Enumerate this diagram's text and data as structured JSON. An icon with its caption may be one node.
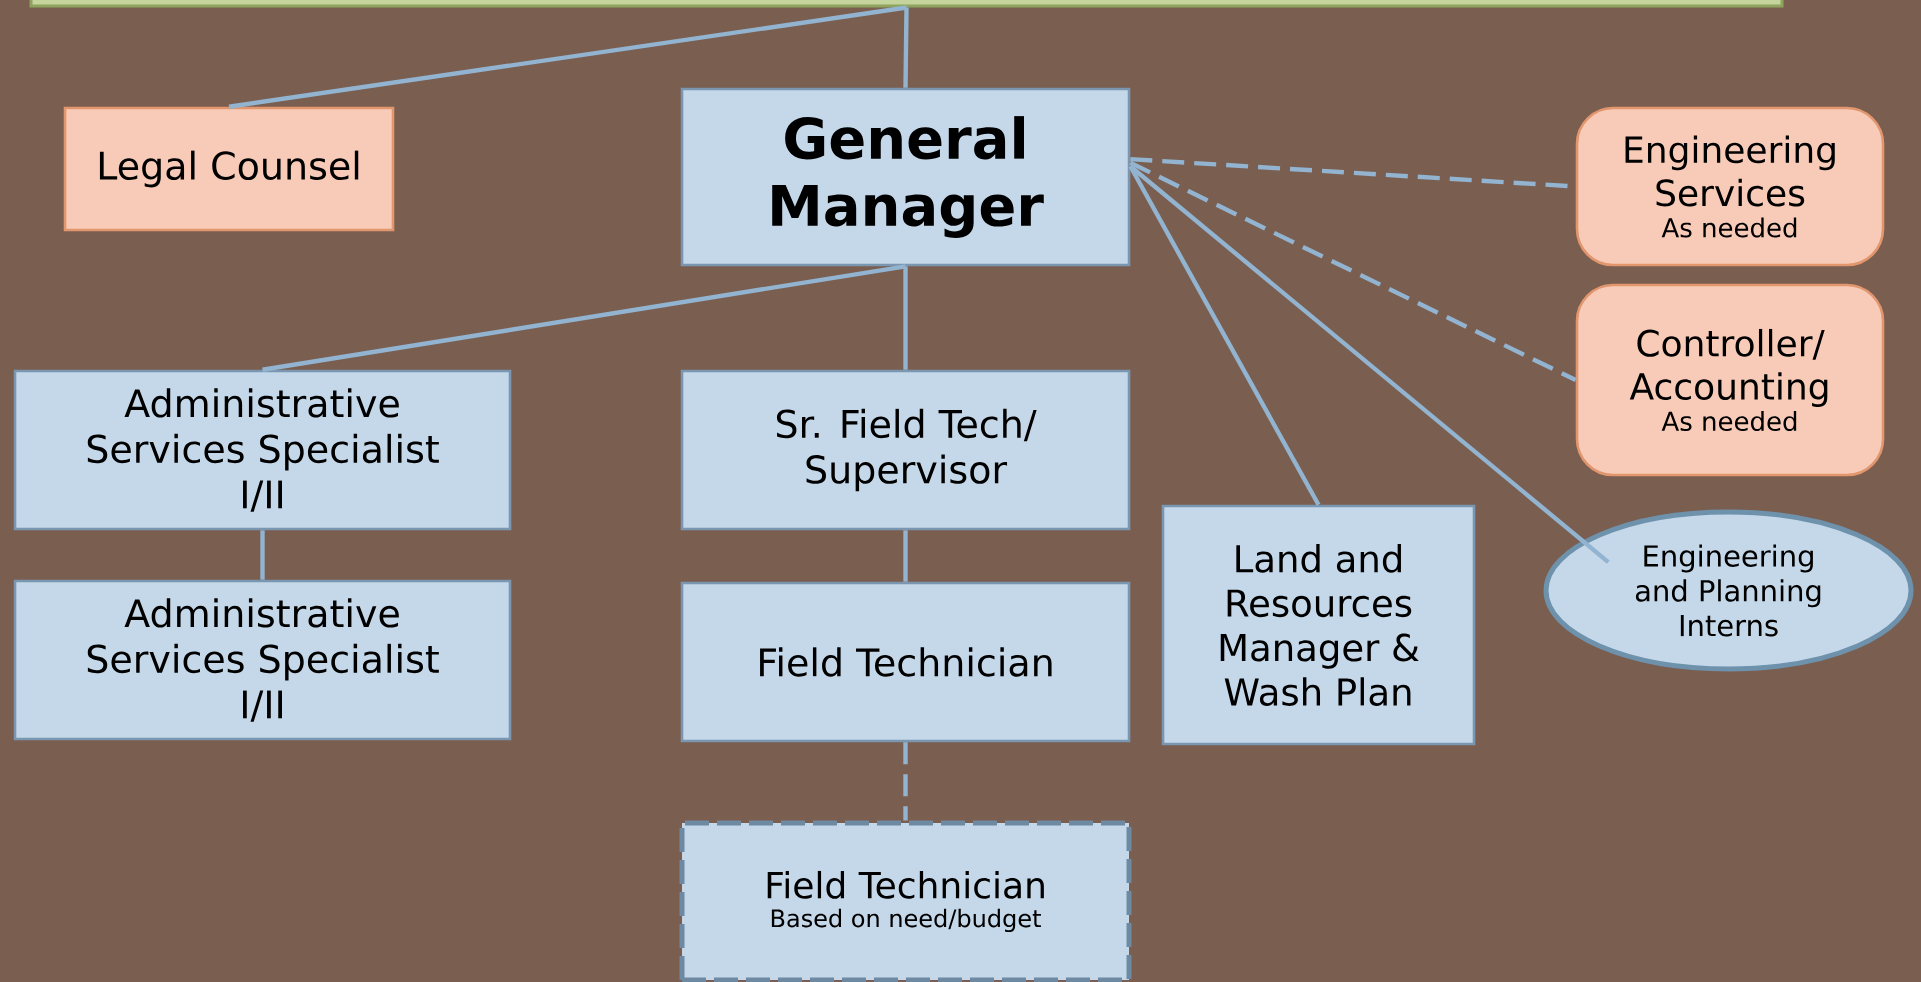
{
  "diagram": {
    "nodes": [
      {
        "text": [],
        "shape": "bar"
      },
      {
        "text": [
          "Legal Counsel"
        ]
      },
      {
        "text": [
          "General Manager"
        ]
      },
      {
        "text": [
          "Engineering Services",
          "As needed"
        ]
      },
      {
        "text": [
          "Controller/ Accounting",
          "As needed"
        ]
      },
      {
        "text": [
          "Administrative Services Specialist I/II"
        ]
      },
      {
        "text": [
          "Sr. Field Tech/ Supervisor"
        ]
      },
      {
        "text": [
          "Land and Resources Manager & Wash Plan"
        ]
      },
      {
        "text": [
          "Engineering and Planning Interns"
        ]
      },
      {
        "text": [
          "Administrative Services Specialist I/II"
        ]
      },
      {
        "text": [
          "Field Technician"
        ]
      },
      {
        "text": [
          "Field Technician",
          "Based on need/budget"
        ]
      }
    ],
    "edges": [
      {
        "from": 0,
        "to": 1,
        "arrow": "none"
      },
      {
        "from": 0,
        "to": 2,
        "arrow": "none"
      },
      {
        "from": 2,
        "to": 5,
        "arrow": "none"
      },
      {
        "from": 2,
        "to": 6,
        "arrow": "none"
      },
      {
        "from": 5,
        "to": 9,
        "arrow": "none"
      },
      {
        "from": 6,
        "to": 10,
        "arrow": "none"
      },
      {
        "from": 10,
        "to": 11,
        "arrow": "none",
        "style": "dashed"
      },
      {
        "from": 2,
        "to": 3,
        "arrow": "none",
        "style": "dashed"
      },
      {
        "from": 2,
        "to": 4,
        "arrow": "none",
        "style": "dashed"
      },
      {
        "from": 2,
        "to": 7,
        "arrow": "none"
      },
      {
        "from": 2,
        "to": 8,
        "arrow": "none"
      }
    ]
  }
}
